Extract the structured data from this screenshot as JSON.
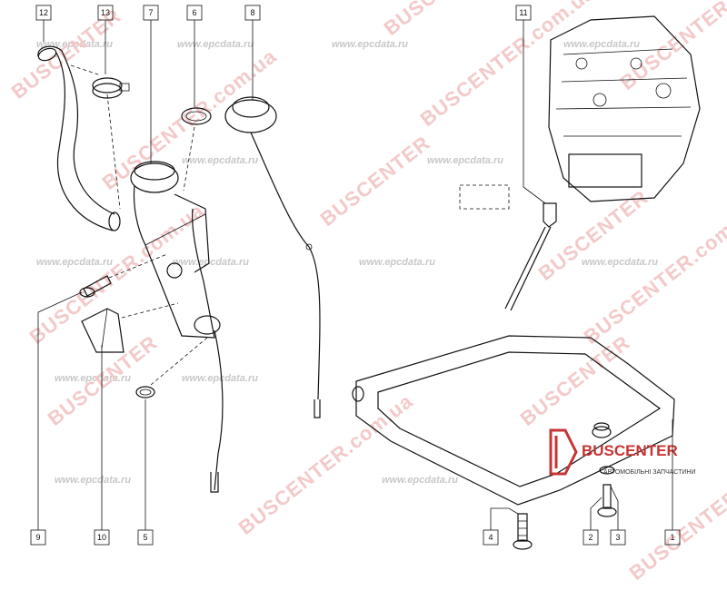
{
  "callouts": [
    {
      "id": "c12",
      "label": "12"
    },
    {
      "id": "c13",
      "label": "13"
    },
    {
      "id": "c7",
      "label": "7"
    },
    {
      "id": "c6",
      "label": "6"
    },
    {
      "id": "c8",
      "label": "8"
    },
    {
      "id": "c11",
      "label": "11"
    },
    {
      "id": "c9",
      "label": "9"
    },
    {
      "id": "c10",
      "label": "10"
    },
    {
      "id": "c5",
      "label": "5"
    },
    {
      "id": "c4",
      "label": "4"
    },
    {
      "id": "c2",
      "label": "2"
    },
    {
      "id": "c3",
      "label": "3"
    },
    {
      "id": "c1",
      "label": "1"
    }
  ],
  "watermark": {
    "epc": "www.epcdata.ru",
    "bus": "BUSCENTER",
    "site": "BUSCENTER.com.ua"
  },
  "logo": {
    "name": "BUSCENTER",
    "tagline": "АВТОМОБІЛЬНІ ЗАПЧАСТИНИ"
  },
  "colors": {
    "accent": "#c73434",
    "watermark": "#f3c9c9",
    "line": "#111111"
  }
}
